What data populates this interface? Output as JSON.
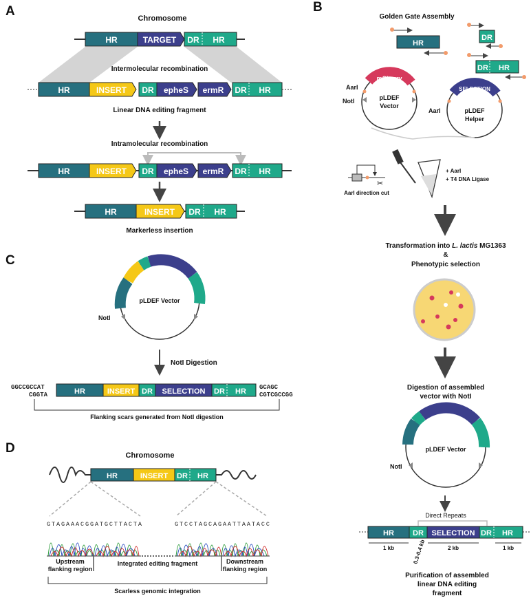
{
  "colors": {
    "hr": "#26707f",
    "insert": "#f5c817",
    "dr": "#1fa98a",
    "target": "#3c3f8c",
    "selection": "#3c3f8c",
    "mcherry": "#d6395c",
    "plate": "#f7d774",
    "arrow": "#444444"
  },
  "panelA": {
    "letter": "A",
    "chromosome_title": "Chromosome",
    "hr": "HR",
    "target": "TARGET",
    "dr": "DR",
    "insert": "INSERT",
    "ephes": "epheS",
    "ermr": "ermR",
    "intermolecular": "Intermolecular recombination",
    "linear_fragment": "Linear DNA editing fragment",
    "intramolecular": "Intramolecular recombination",
    "markerless": "Markerless insertion"
  },
  "panelB": {
    "letter": "B",
    "title": "Golden Gate Assembly",
    "hr": "HR",
    "dr": "DR",
    "mcherry": "mCherry",
    "selection": "SELECTION",
    "aari": "AarI",
    "noti": "NotI",
    "vector_line1": "pLDEF",
    "vector_line2": "Vector",
    "helper_line1": "pLDEF",
    "helper_line2": "Helper",
    "enzyme1": "+ AarI",
    "enzyme2": "+ T4 DNA Ligase",
    "aari_cut": "AarI direction cut",
    "transform_pre": "Transformation into ",
    "transform_species": "L. lactis",
    "transform_post": " MG1363",
    "ampersand": "&",
    "phenotypic": "Phenotypic selection",
    "digestion_line1": "Digestion of assembled",
    "digestion_line2": "vector with NotI",
    "vector_label": "pLDEF Vector",
    "direct_repeats": "Direct Repeats",
    "kb1": "1 kb",
    "kb_dr": "0.3-0.4 kb",
    "kb2": "2 kb",
    "kb1b": "1 kb",
    "purif_line1": "Purification of assembled",
    "purif_line2": "linear DNA editing",
    "purif_line3": "fragment"
  },
  "panelC": {
    "letter": "C",
    "vector_label": "pLDEF Vector",
    "noti": "NotI",
    "digestion": "NotI Digestion",
    "left_top": "GGCCGCCAT",
    "left_bottom": "CGGTA",
    "right_top": "GCAGC",
    "right_bottom": "CGTCGCCGG",
    "hr": "HR",
    "insert": "INSERT",
    "dr": "DR",
    "selection": "SELECTION",
    "scars": "Flanking scars generated from NotI digestion"
  },
  "panelD": {
    "letter": "D",
    "chromosome_title": "Chromosome",
    "hr": "HR",
    "insert": "INSERT",
    "dr": "DR",
    "seq_left": "GTAGAAACGGATGCTTACTA",
    "seq_right": "GTCCTAGCAGAATTAATACC",
    "upstream_line1": "Upstream",
    "upstream_line2": "flanking region",
    "integrated": "Integrated editing fragment",
    "downstream_line1": "Downstream",
    "downstream_line2": "flanking region",
    "scarless": "Scarless genomic integration"
  }
}
